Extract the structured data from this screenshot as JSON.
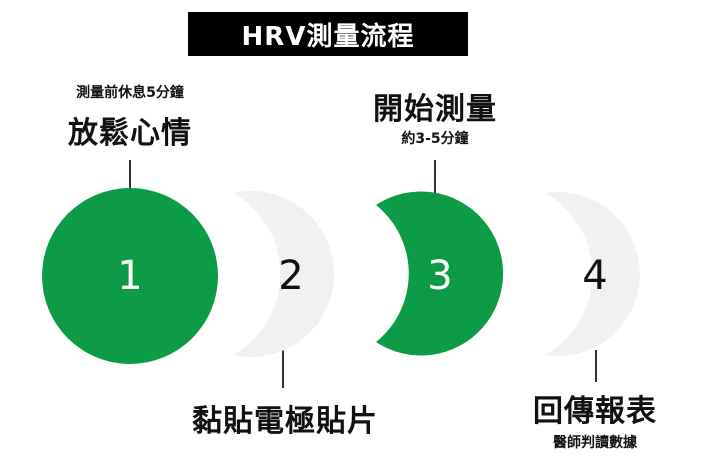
{
  "title": "HRV測量流程",
  "colors": {
    "green": "#0e9b48",
    "grey": "#f1f1f1",
    "line": "#333333"
  },
  "steps": [
    {
      "number": "1",
      "main": "放鬆心情",
      "sub": "測量前休息5分鐘",
      "fill": "green"
    },
    {
      "number": "2",
      "main": "黏貼電極貼片",
      "sub": "",
      "fill": "grey"
    },
    {
      "number": "3",
      "main": "開始測量",
      "sub": "約3-5分鐘",
      "fill": "green"
    },
    {
      "number": "4",
      "main": "回傳報表",
      "sub": "醫師判讀數據",
      "fill": "grey"
    }
  ]
}
